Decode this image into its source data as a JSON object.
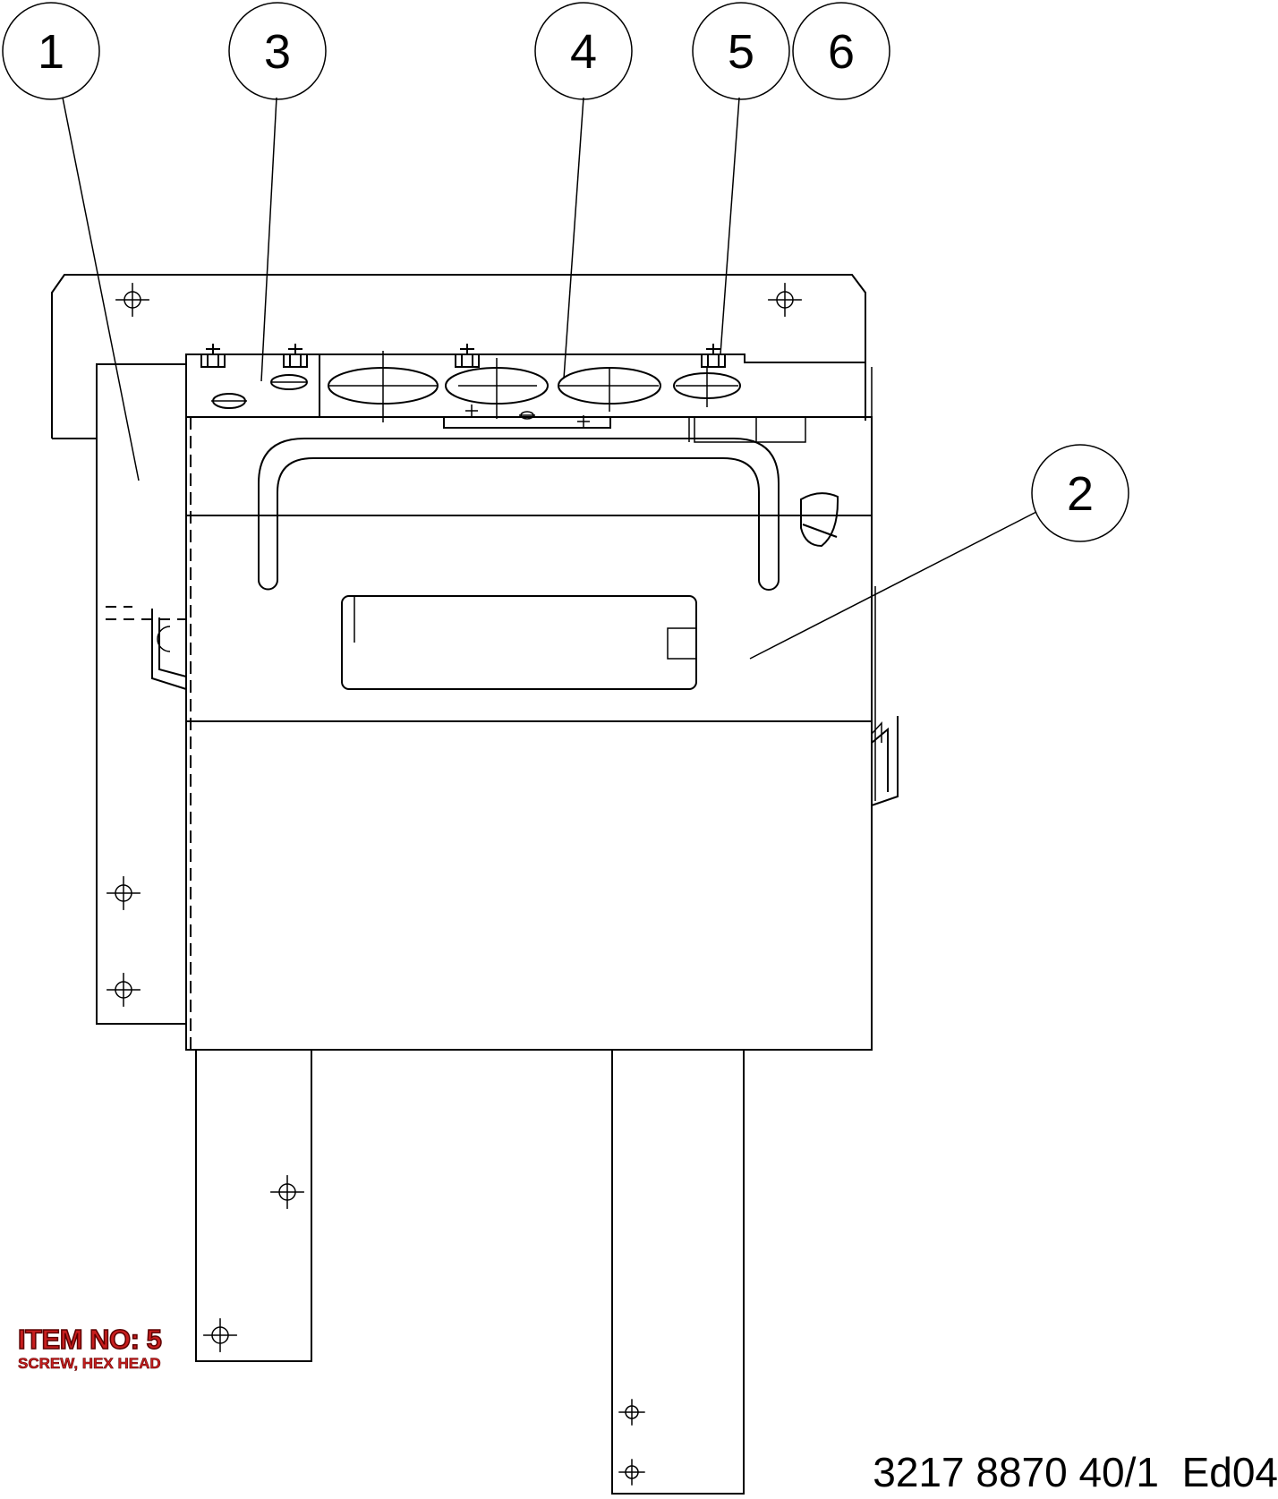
{
  "callouts": [
    {
      "label": "1"
    },
    {
      "label": "3"
    },
    {
      "label": "4"
    },
    {
      "label": "5"
    },
    {
      "label": "6"
    },
    {
      "label": "2"
    }
  ],
  "item_note": {
    "title": "ITEM NO: 5",
    "description": "SCREW, HEX HEAD",
    "color": "#c81e1e"
  },
  "drawing_number": "3217 8870 40/1  Ed04"
}
